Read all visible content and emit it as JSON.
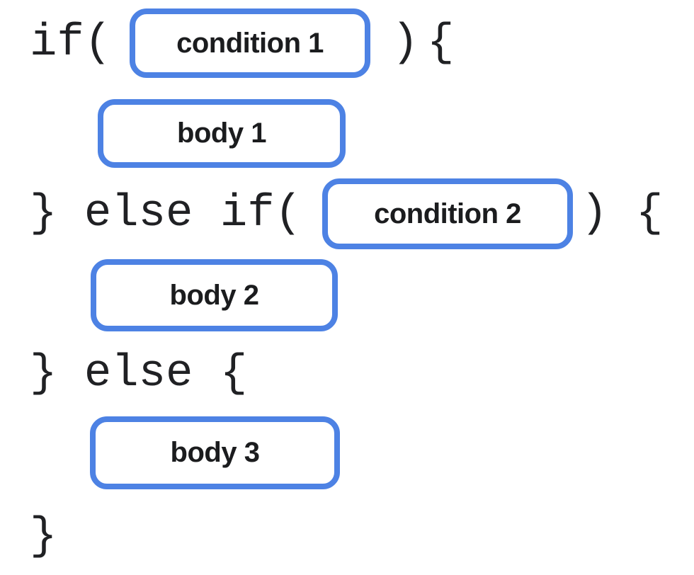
{
  "colors": {
    "box_border": "#4d82e4",
    "code_text": "#202124",
    "label_text": "#1b1c1e",
    "background": "#ffffff"
  },
  "code": {
    "if_open": "if(",
    "paren_close_1": ")",
    "brace_open_1": "{",
    "else_if_open": "} else if(",
    "paren_close_2": ")",
    "brace_open_2": "{",
    "else_open": "} else {",
    "brace_close_final": "}"
  },
  "placeholders": {
    "condition1": "condition 1",
    "body1": "body 1",
    "condition2": "condition 2",
    "body2": "body 2",
    "body3": "body 3"
  }
}
